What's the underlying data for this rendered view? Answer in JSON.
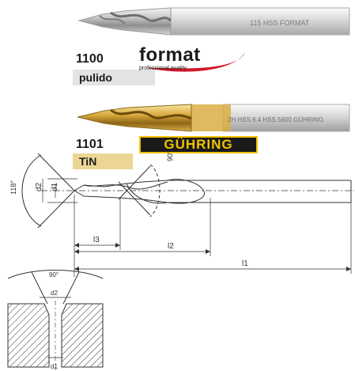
{
  "product1": {
    "code": "1100",
    "finish": "pulido",
    "brand": "format",
    "brand_tagline": "professional quality",
    "shank_marking": "115 HSS  FORMAT",
    "badge_color": "#e3e3e3"
  },
  "product2": {
    "code": "1101",
    "finish": "TiN",
    "brand": "GÜHRING",
    "shank_marking": "2H HSS 6.4  HSS 5600  GÜHRING",
    "badge_color": "#ecd694",
    "logo_color": "#f2c300"
  },
  "drawing": {
    "angle_tip": "118°",
    "angle_step": "90°",
    "d2": "d2",
    "d1": "d1",
    "l1": "l1",
    "l2": "l2",
    "l3": "l3"
  },
  "section": {
    "angle": "90°",
    "d2": "d2",
    "d1": "d1"
  },
  "colors": {
    "format_red": "#d2182a",
    "line": "#333333"
  }
}
